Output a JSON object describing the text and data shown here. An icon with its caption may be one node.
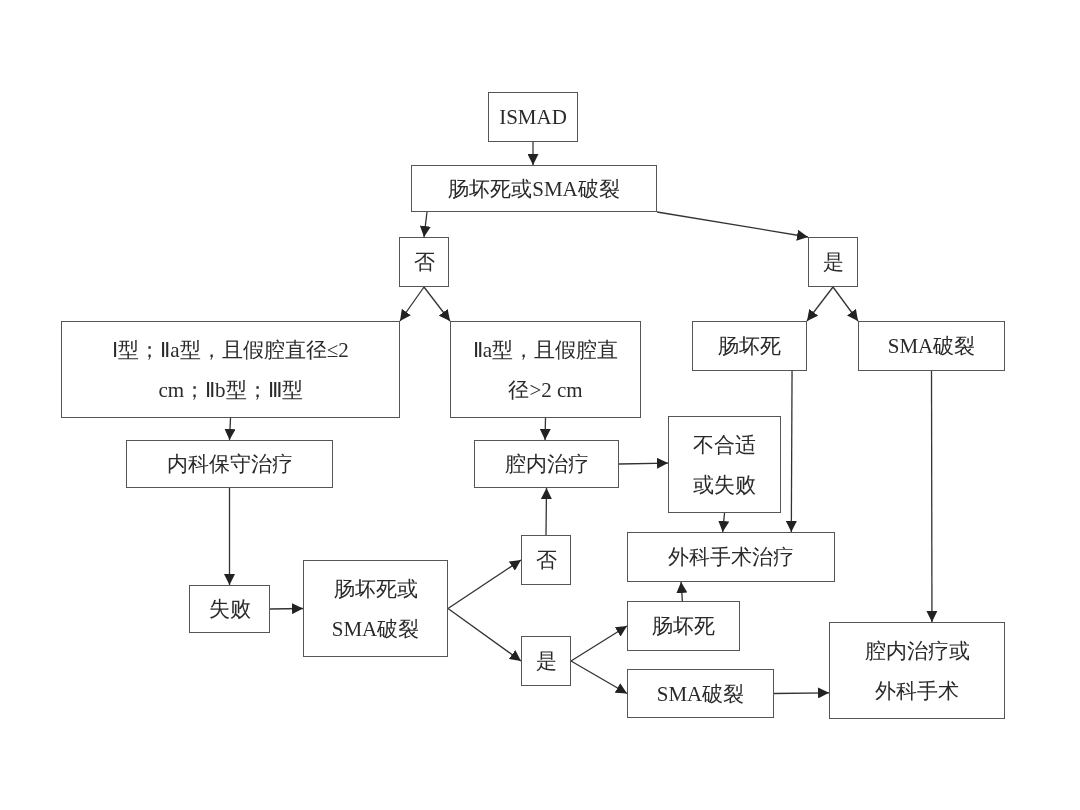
{
  "diagram": {
    "nodes": [
      {
        "text": [
          "ISMAD"
        ]
      },
      {
        "text": [
          "肠坏死或SMA破裂"
        ]
      },
      {
        "text": [
          "否"
        ]
      },
      {
        "text": [
          "是"
        ]
      },
      {
        "text": [
          "Ⅰ型；Ⅱa型，且假腔直径≤2 cm；Ⅱb型；Ⅲ型"
        ]
      },
      {
        "text": [
          "Ⅱa型，且假腔直径>2 cm"
        ]
      },
      {
        "text": [
          "肠坏死"
        ]
      },
      {
        "text": [
          "SMA破裂"
        ]
      },
      {
        "text": [
          "内科保守治疗"
        ]
      },
      {
        "text": [
          "腔内治疗"
        ]
      },
      {
        "text": [
          "不合适或失败"
        ]
      },
      {
        "text": [
          "外科手术治疗"
        ]
      },
      {
        "text": [
          "失败"
        ]
      },
      {
        "text": [
          "肠坏死或SMA破裂"
        ]
      },
      {
        "text": [
          "否"
        ]
      },
      {
        "text": [
          "是"
        ]
      },
      {
        "text": [
          "肠坏死"
        ]
      },
      {
        "text": [
          "SMA破裂"
        ]
      },
      {
        "text": [
          "腔内治疗或外科手术"
        ]
      }
    ],
    "edges": [
      {
        "from": 0,
        "to": 1,
        "arrow": "to"
      },
      {
        "from": 1,
        "to": 2,
        "arrow": "to"
      },
      {
        "from": 1,
        "to": 3,
        "arrow": "to"
      },
      {
        "from": 2,
        "to": 4,
        "arrow": "to"
      },
      {
        "from": 2,
        "to": 5,
        "arrow": "to"
      },
      {
        "from": 3,
        "to": 6,
        "arrow": "to"
      },
      {
        "from": 3,
        "to": 7,
        "arrow": "to"
      },
      {
        "from": 4,
        "to": 8,
        "arrow": "to"
      },
      {
        "from": 5,
        "to": 9,
        "arrow": "to"
      },
      {
        "from": 9,
        "to": 10,
        "arrow": "to"
      },
      {
        "from": 10,
        "to": 11,
        "arrow": "to"
      },
      {
        "from": 6,
        "to": 11,
        "arrow": "to"
      },
      {
        "from": 7,
        "to": 18,
        "arrow": "to"
      },
      {
        "from": 8,
        "to": 12,
        "arrow": "to"
      },
      {
        "from": 12,
        "to": 13,
        "arrow": "to"
      },
      {
        "from": 13,
        "to": 14,
        "arrow": "to"
      },
      {
        "from": 13,
        "to": 15,
        "arrow": "to"
      },
      {
        "from": 14,
        "to": 9,
        "arrow": "to"
      },
      {
        "from": 15,
        "to": 16,
        "arrow": "to"
      },
      {
        "from": 15,
        "to": 17,
        "arrow": "to"
      },
      {
        "from": 16,
        "to": 11,
        "arrow": "to"
      },
      {
        "from": 17,
        "to": 18,
        "arrow": "to"
      }
    ]
  }
}
